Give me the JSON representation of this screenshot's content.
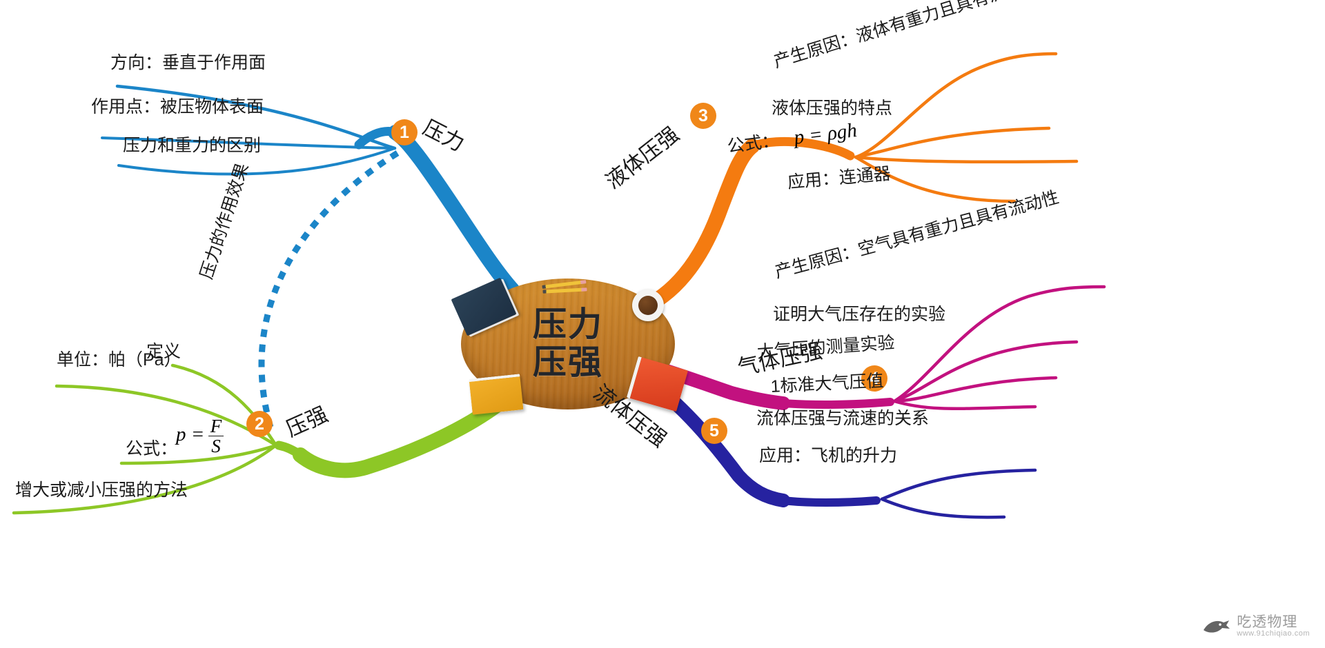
{
  "center": {
    "line1": "压力",
    "line2": "压强",
    "objects": [
      "navy-book",
      "pencils",
      "coffee-cup",
      "red-book",
      "yellow-book"
    ]
  },
  "colors": {
    "branch1": "#1b85c8",
    "branch2": "#8dc726",
    "branch3": "#f47b10",
    "branch4": "#c2117f",
    "branch5": "#2622a0",
    "badge": "#f08719",
    "desk": "#bb7524",
    "text": "#1b1b1b"
  },
  "branches": [
    {
      "number": "1",
      "title": "压力",
      "color": "#1b85c8",
      "items": [
        "方向：垂直于作用面",
        "作用点：被压物体表面",
        "压力和重力的区别"
      ]
    },
    {
      "number": "2",
      "title": "压强",
      "color": "#8dc726",
      "items": [
        "定义",
        "单位：帕（Pa）",
        "公式：",
        "增大或减小压强的方法"
      ],
      "formula": {
        "lhs": "p =",
        "num": "F",
        "den": "S"
      }
    },
    {
      "number": "3",
      "title": "液体压强",
      "color": "#f47b10",
      "items": [
        "产生原因：液体有重力且具有流动性",
        "液体压强的特点",
        "公式：",
        "应用：连通器"
      ],
      "formula": {
        "text": "p = ρgh"
      }
    },
    {
      "number": "4",
      "title": "气体压强",
      "color": "#c2117f",
      "items": [
        "产生原因：空气具有重力且具有流动性",
        "证明大气压存在的实验",
        "大气压的测量实验",
        "1标准大气压值"
      ]
    },
    {
      "number": "5",
      "title": "流体压强",
      "color": "#2622a0",
      "items": [
        "流体压强与流速的关系",
        "应用：飞机的升力"
      ]
    }
  ],
  "cross_link": {
    "label": "压力的作用效果",
    "color": "#1b85c8",
    "style": "dotted"
  },
  "watermark": {
    "main": "吃透物理",
    "sub": "www.91chiqiao.com"
  }
}
